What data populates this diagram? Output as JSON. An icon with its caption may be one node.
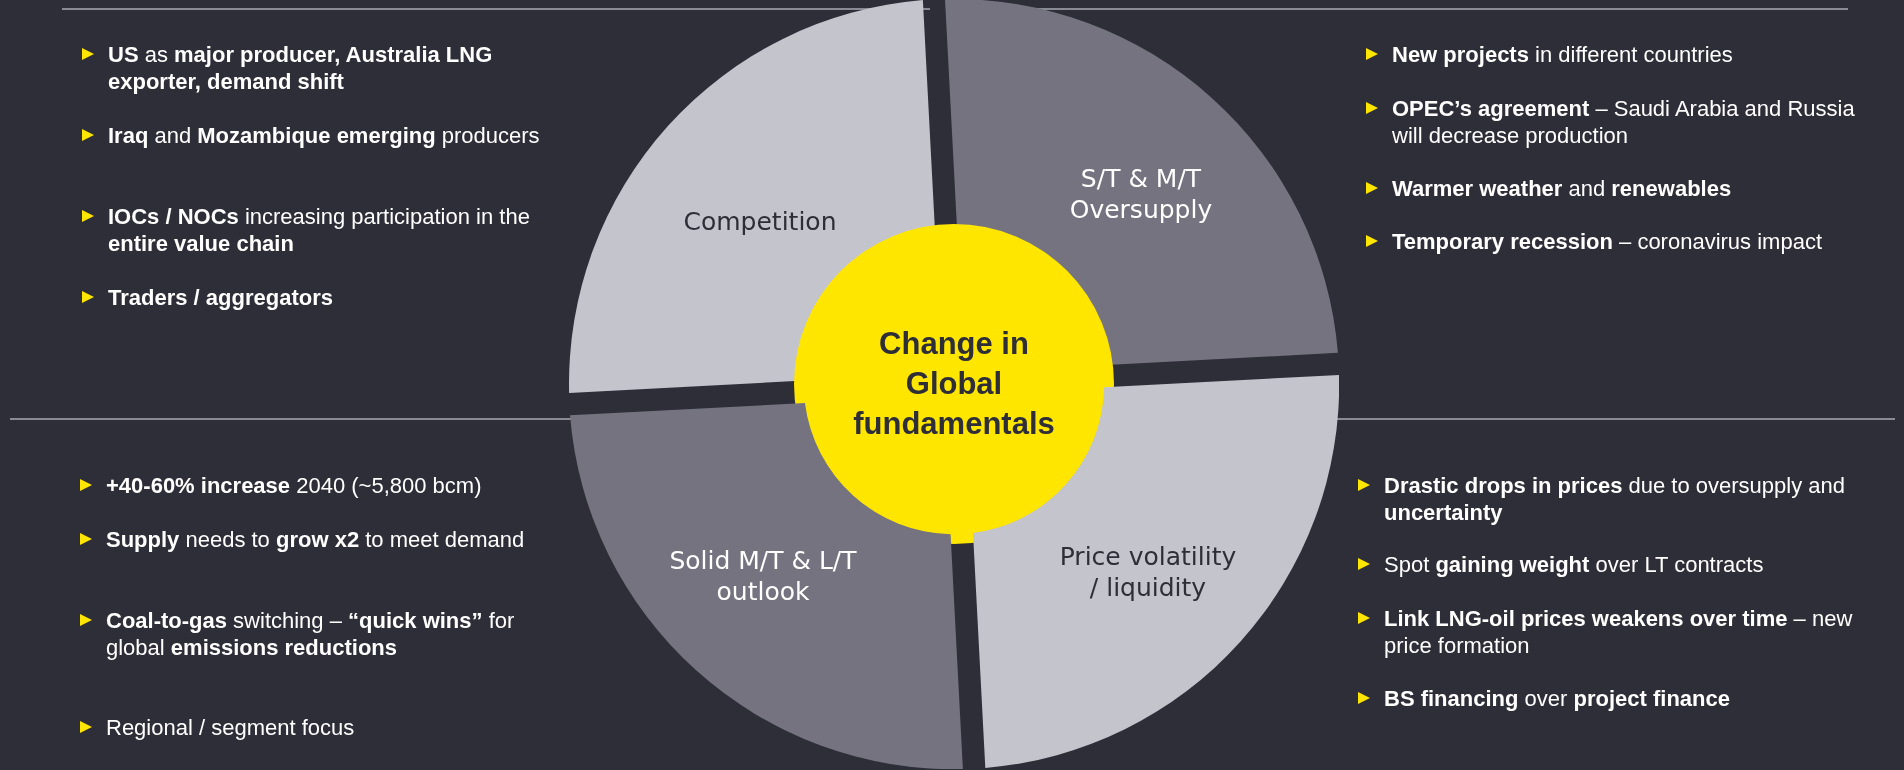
{
  "diagram": {
    "nodes": [
      {
        "text": [
          "Competition"
        ]
      },
      {
        "text": [
          "S/T & M/T Oversupply"
        ]
      },
      {
        "text": [
          "Change in Global fundamentals"
        ]
      },
      {
        "text": [
          "Solid M/T & L/T outlook"
        ]
      },
      {
        "text": [
          "Price volatility / liquidity"
        ]
      }
    ],
    "labels": [
      "**US** as **major producer, Australia LNG exporter, demand shift**",
      "**Iraq** and **Mozambique emerging** producers",
      "**IOCs / NOCs** increasing participation in the **entire value chain**",
      "**Traders / aggregators**",
      "**New projects** in different countries",
      "**OPEC’s agreement** – Saudi Arabia and Russia will decrease production",
      "**Warmer weather** and **renewables**",
      "**Temporary recession** – coronavirus impact",
      "**+40-60% increase** 2040 (~5,800 bcm)",
      "**Supply** needs to **grow x2** to meet demand",
      "**Coal-to-gas** switching – **“quick wins”** for global **emissions reductions**",
      "Regional / segment focus",
      "**Drastic drops in prices** due to oversupply and **uncertainty**",
      "Spot **gaining weight** over LT contracts",
      "**Link LNG-oil prices weakens over time** – new price formation",
      "**BS financing** over **project finance**"
    ]
  }
}
